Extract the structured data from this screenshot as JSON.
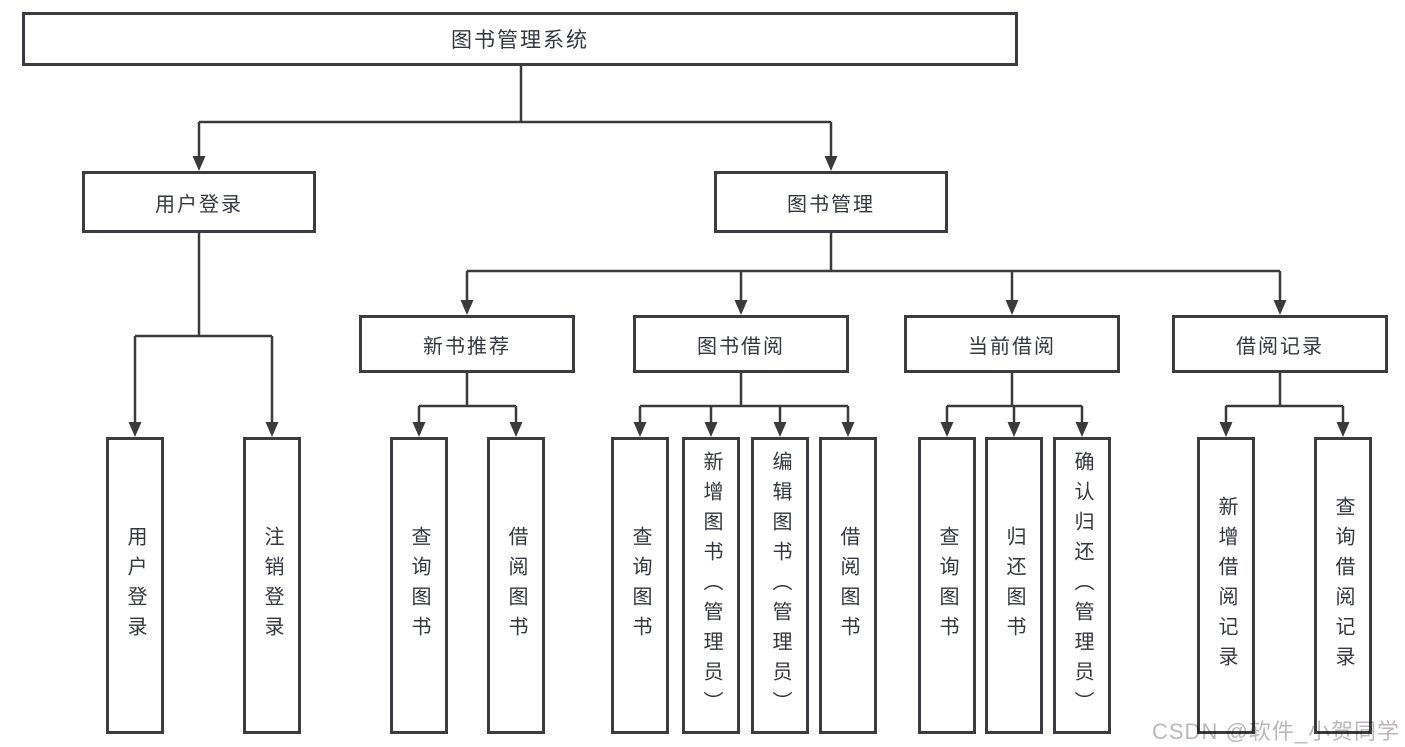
{
  "title": {
    "label": "图书管理系统"
  },
  "branches": [
    {
      "label": "用户登录",
      "children": [
        "用户登录",
        "注销登录"
      ]
    },
    {
      "label": "图书管理",
      "sections": [
        {
          "label": "新书推荐",
          "children": [
            "查询图书",
            "借阅图书"
          ]
        },
        {
          "label": "图书借阅",
          "children": [
            "查询图书",
            "新增图书（管理员）",
            "编辑图书（管理员）",
            "借阅图书"
          ]
        },
        {
          "label": "当前借阅",
          "children": [
            "查询图书",
            "归还图书",
            "确认归还（管理员）"
          ]
        },
        {
          "label": "借阅记录",
          "children": [
            "新增借阅记录",
            "查询借阅记录"
          ]
        }
      ]
    }
  ],
  "watermark": {
    "text": "CSDN @软件_小贺同学"
  },
  "colors": {
    "box_border": "#3b3b40",
    "connector": "#3a3a3a",
    "text": "#33363c",
    "background": "#ffffff",
    "watermark": "#bcb6b8"
  }
}
